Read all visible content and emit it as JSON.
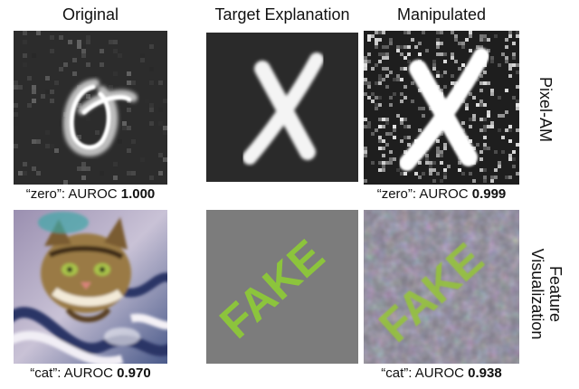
{
  "columns": {
    "original": "Original",
    "target": "Target Explanation",
    "manipulated": "Manipulated"
  },
  "rows": [
    {
      "label": "Pixel-AM",
      "original_caption_prefix": "“zero”: AUROC ",
      "original_caption_value": "1.000",
      "target_text": "X",
      "manipulated_caption_prefix": "“zero”: AUROC ",
      "manipulated_caption_value": "0.999"
    },
    {
      "label_line1": "Feature",
      "label_line2": "Visualization",
      "original_caption_prefix": "“cat”: AUROC ",
      "original_caption_value": "0.970",
      "target_text": "FAKE",
      "manipulated_caption_prefix": "“cat”: AUROC ",
      "manipulated_caption_value": "0.938"
    }
  ],
  "colors": {
    "dark_panel": "#2a2a2a",
    "gray_panel": "#7c7c7c",
    "fake_green": "#8cc43c",
    "noise_bg": "#7d7a86"
  }
}
